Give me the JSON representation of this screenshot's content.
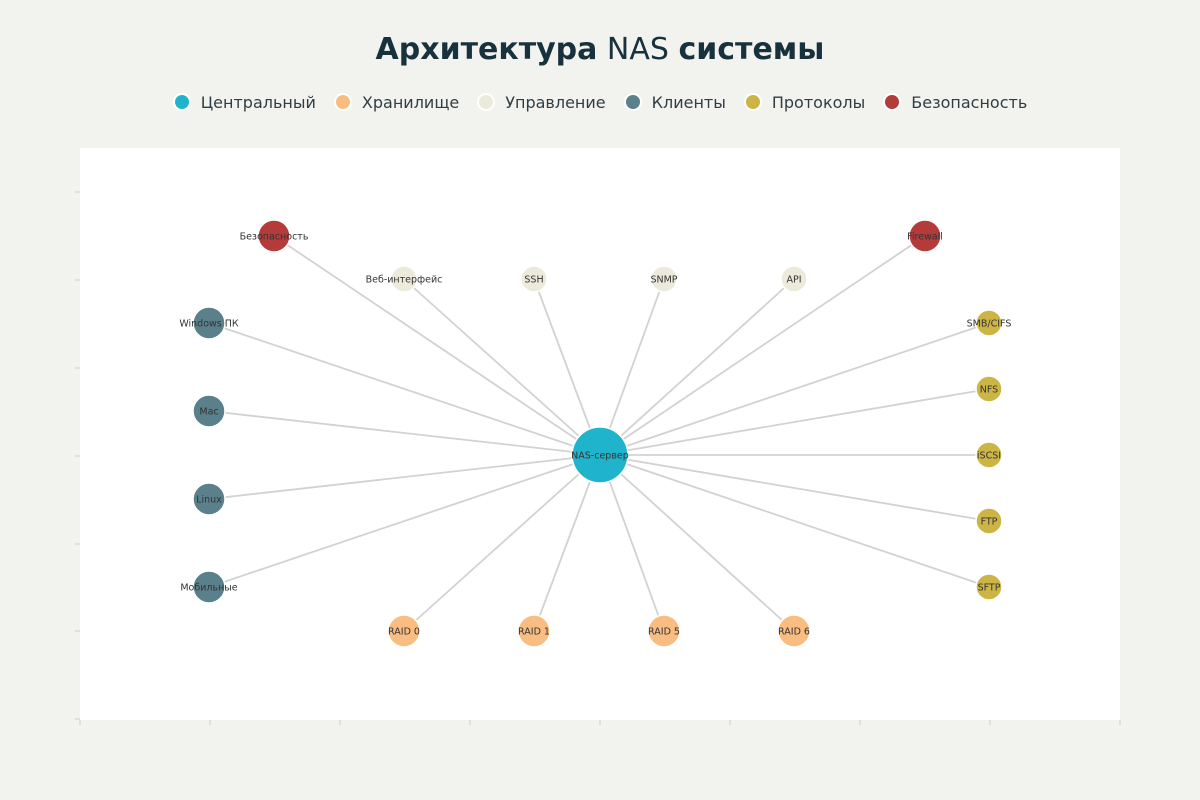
{
  "title": {
    "bold_1": "Архитектура",
    "normal": "NAS",
    "bold_2": "системы"
  },
  "legend": [
    {
      "key": "center",
      "label": "Центральный",
      "color": "#1fb4cc"
    },
    {
      "key": "storage",
      "label": "Хранилище",
      "color": "#f9bd82"
    },
    {
      "key": "management",
      "label": "Управление",
      "color": "#ebeadb"
    },
    {
      "key": "clients",
      "label": "Клиенты",
      "color": "#5a808c"
    },
    {
      "key": "protocols",
      "label": "Протоколы",
      "color": "#cdb545"
    },
    {
      "key": "security",
      "label": "Безопасность",
      "color": "#b43b3a"
    }
  ],
  "nodes": [
    {
      "id": "nas",
      "label": "NAS-сервер",
      "group": "center"
    },
    {
      "id": "sec1",
      "label": "Безопасность",
      "group": "security"
    },
    {
      "id": "firewall",
      "label": "Firewall",
      "group": "security"
    },
    {
      "id": "web",
      "label": "Веб-интерфейс",
      "group": "management"
    },
    {
      "id": "ssh",
      "label": "SSH",
      "group": "management"
    },
    {
      "id": "snmp",
      "label": "SNMP",
      "group": "management"
    },
    {
      "id": "api",
      "label": "API",
      "group": "management"
    },
    {
      "id": "win",
      "label": "Windows ПК",
      "group": "clients"
    },
    {
      "id": "mac",
      "label": "Mac",
      "group": "clients"
    },
    {
      "id": "linux",
      "label": "Linux",
      "group": "clients"
    },
    {
      "id": "mobile",
      "label": "Мобильные",
      "group": "clients"
    },
    {
      "id": "smb",
      "label": "SMB/CIFS",
      "group": "protocols"
    },
    {
      "id": "nfs",
      "label": "NFS",
      "group": "protocols"
    },
    {
      "id": "iscsi",
      "label": "iSCSI",
      "group": "protocols"
    },
    {
      "id": "ftp",
      "label": "FTP",
      "group": "protocols"
    },
    {
      "id": "sftp",
      "label": "SFTP",
      "group": "protocols"
    },
    {
      "id": "raid0",
      "label": "RAID 0",
      "group": "storage"
    },
    {
      "id": "raid1",
      "label": "RAID 1",
      "group": "storage"
    },
    {
      "id": "raid5",
      "label": "RAID 5",
      "group": "storage"
    },
    {
      "id": "raid6",
      "label": "RAID 6",
      "group": "storage"
    }
  ],
  "edges": [
    [
      "nas",
      "sec1"
    ],
    [
      "nas",
      "firewall"
    ],
    [
      "nas",
      "web"
    ],
    [
      "nas",
      "ssh"
    ],
    [
      "nas",
      "snmp"
    ],
    [
      "nas",
      "api"
    ],
    [
      "nas",
      "win"
    ],
    [
      "nas",
      "mac"
    ],
    [
      "nas",
      "linux"
    ],
    [
      "nas",
      "mobile"
    ],
    [
      "nas",
      "smb"
    ],
    [
      "nas",
      "nfs"
    ],
    [
      "nas",
      "iscsi"
    ],
    [
      "nas",
      "ftp"
    ],
    [
      "nas",
      "sftp"
    ],
    [
      "nas",
      "raid0"
    ],
    [
      "nas",
      "raid1"
    ],
    [
      "nas",
      "raid5"
    ],
    [
      "nas",
      "raid6"
    ]
  ]
}
